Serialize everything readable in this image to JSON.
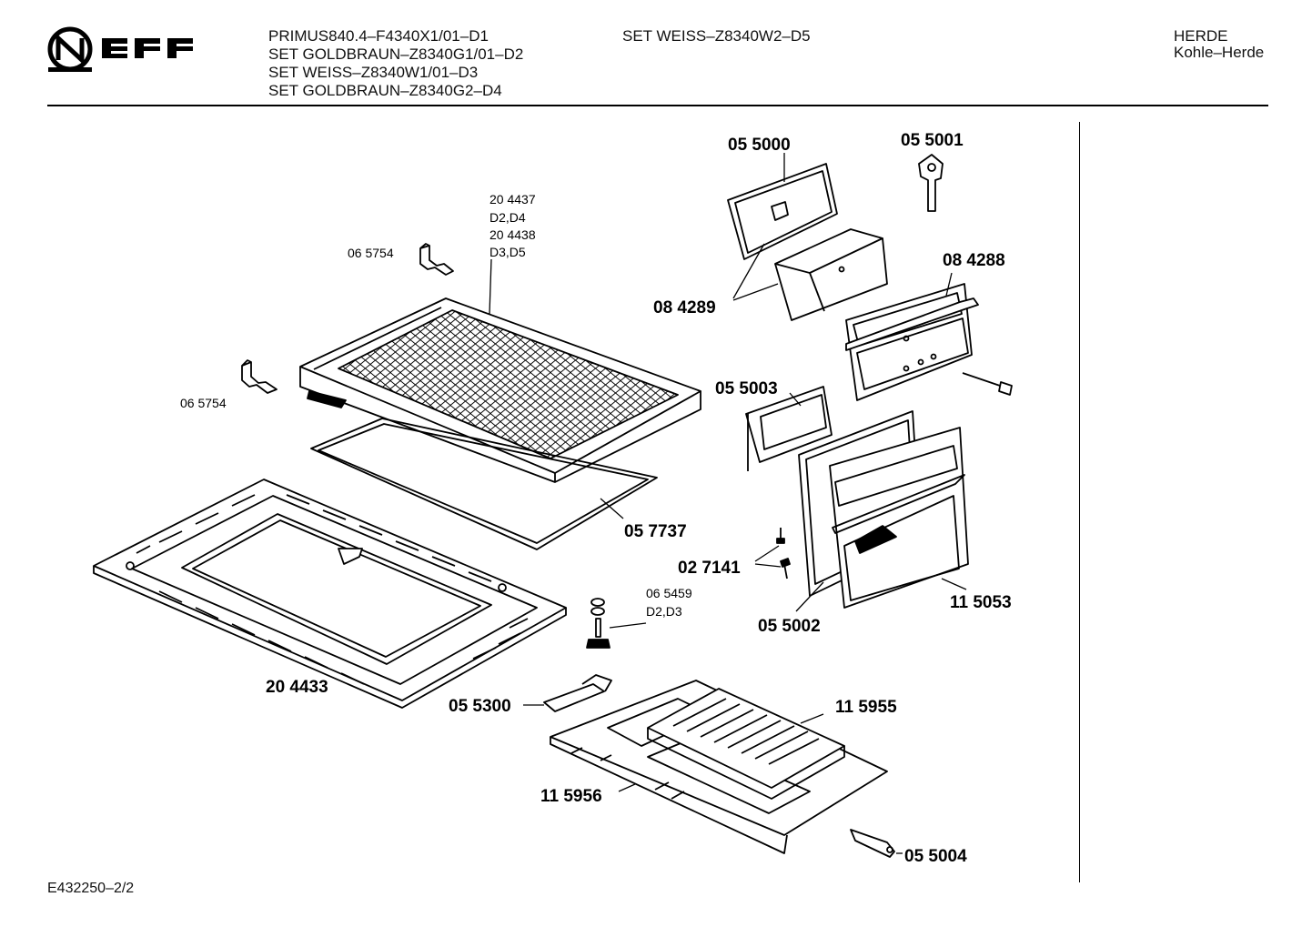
{
  "header": {
    "models": [
      "PRIMUS840.4–F4340X1/01–D1",
      "SET GOLDBRAUN–Z8340G1/01–D2",
      "SET WEISS–Z8340W1/01–D3",
      "SET GOLDBRAUN–Z8340G2–D4"
    ],
    "set_weiss_d5": "SET WEISS–Z8340W2–D5",
    "category": "HERDE",
    "subcategory": "Kohle–Herde"
  },
  "logo": {
    "text": "NEFF"
  },
  "parts": {
    "p055000": "05 5000",
    "p055001": "05 5001",
    "p204437": "20 4437",
    "p204437_variant": "D2,D4",
    "p204438": "20 4438",
    "p204438_variant": "D3,D5",
    "p065754_top": "06 5754",
    "p065754_left": "06 5754",
    "p084289": "08 4289",
    "p084288": "08 4288",
    "p055003": "05 5003",
    "p057737": "05 7737",
    "p027141": "02 7141",
    "p065459": "06 5459",
    "p065459_variant": "D2,D3",
    "p115053": "11 5053",
    "p055002": "05 5002",
    "p204433": "20 4433",
    "p055300": "05 5300",
    "p115955": "11 5955",
    "p115956": "11 5956",
    "p055004": "05 5004"
  },
  "footer": {
    "code": "E432250–2/2"
  }
}
